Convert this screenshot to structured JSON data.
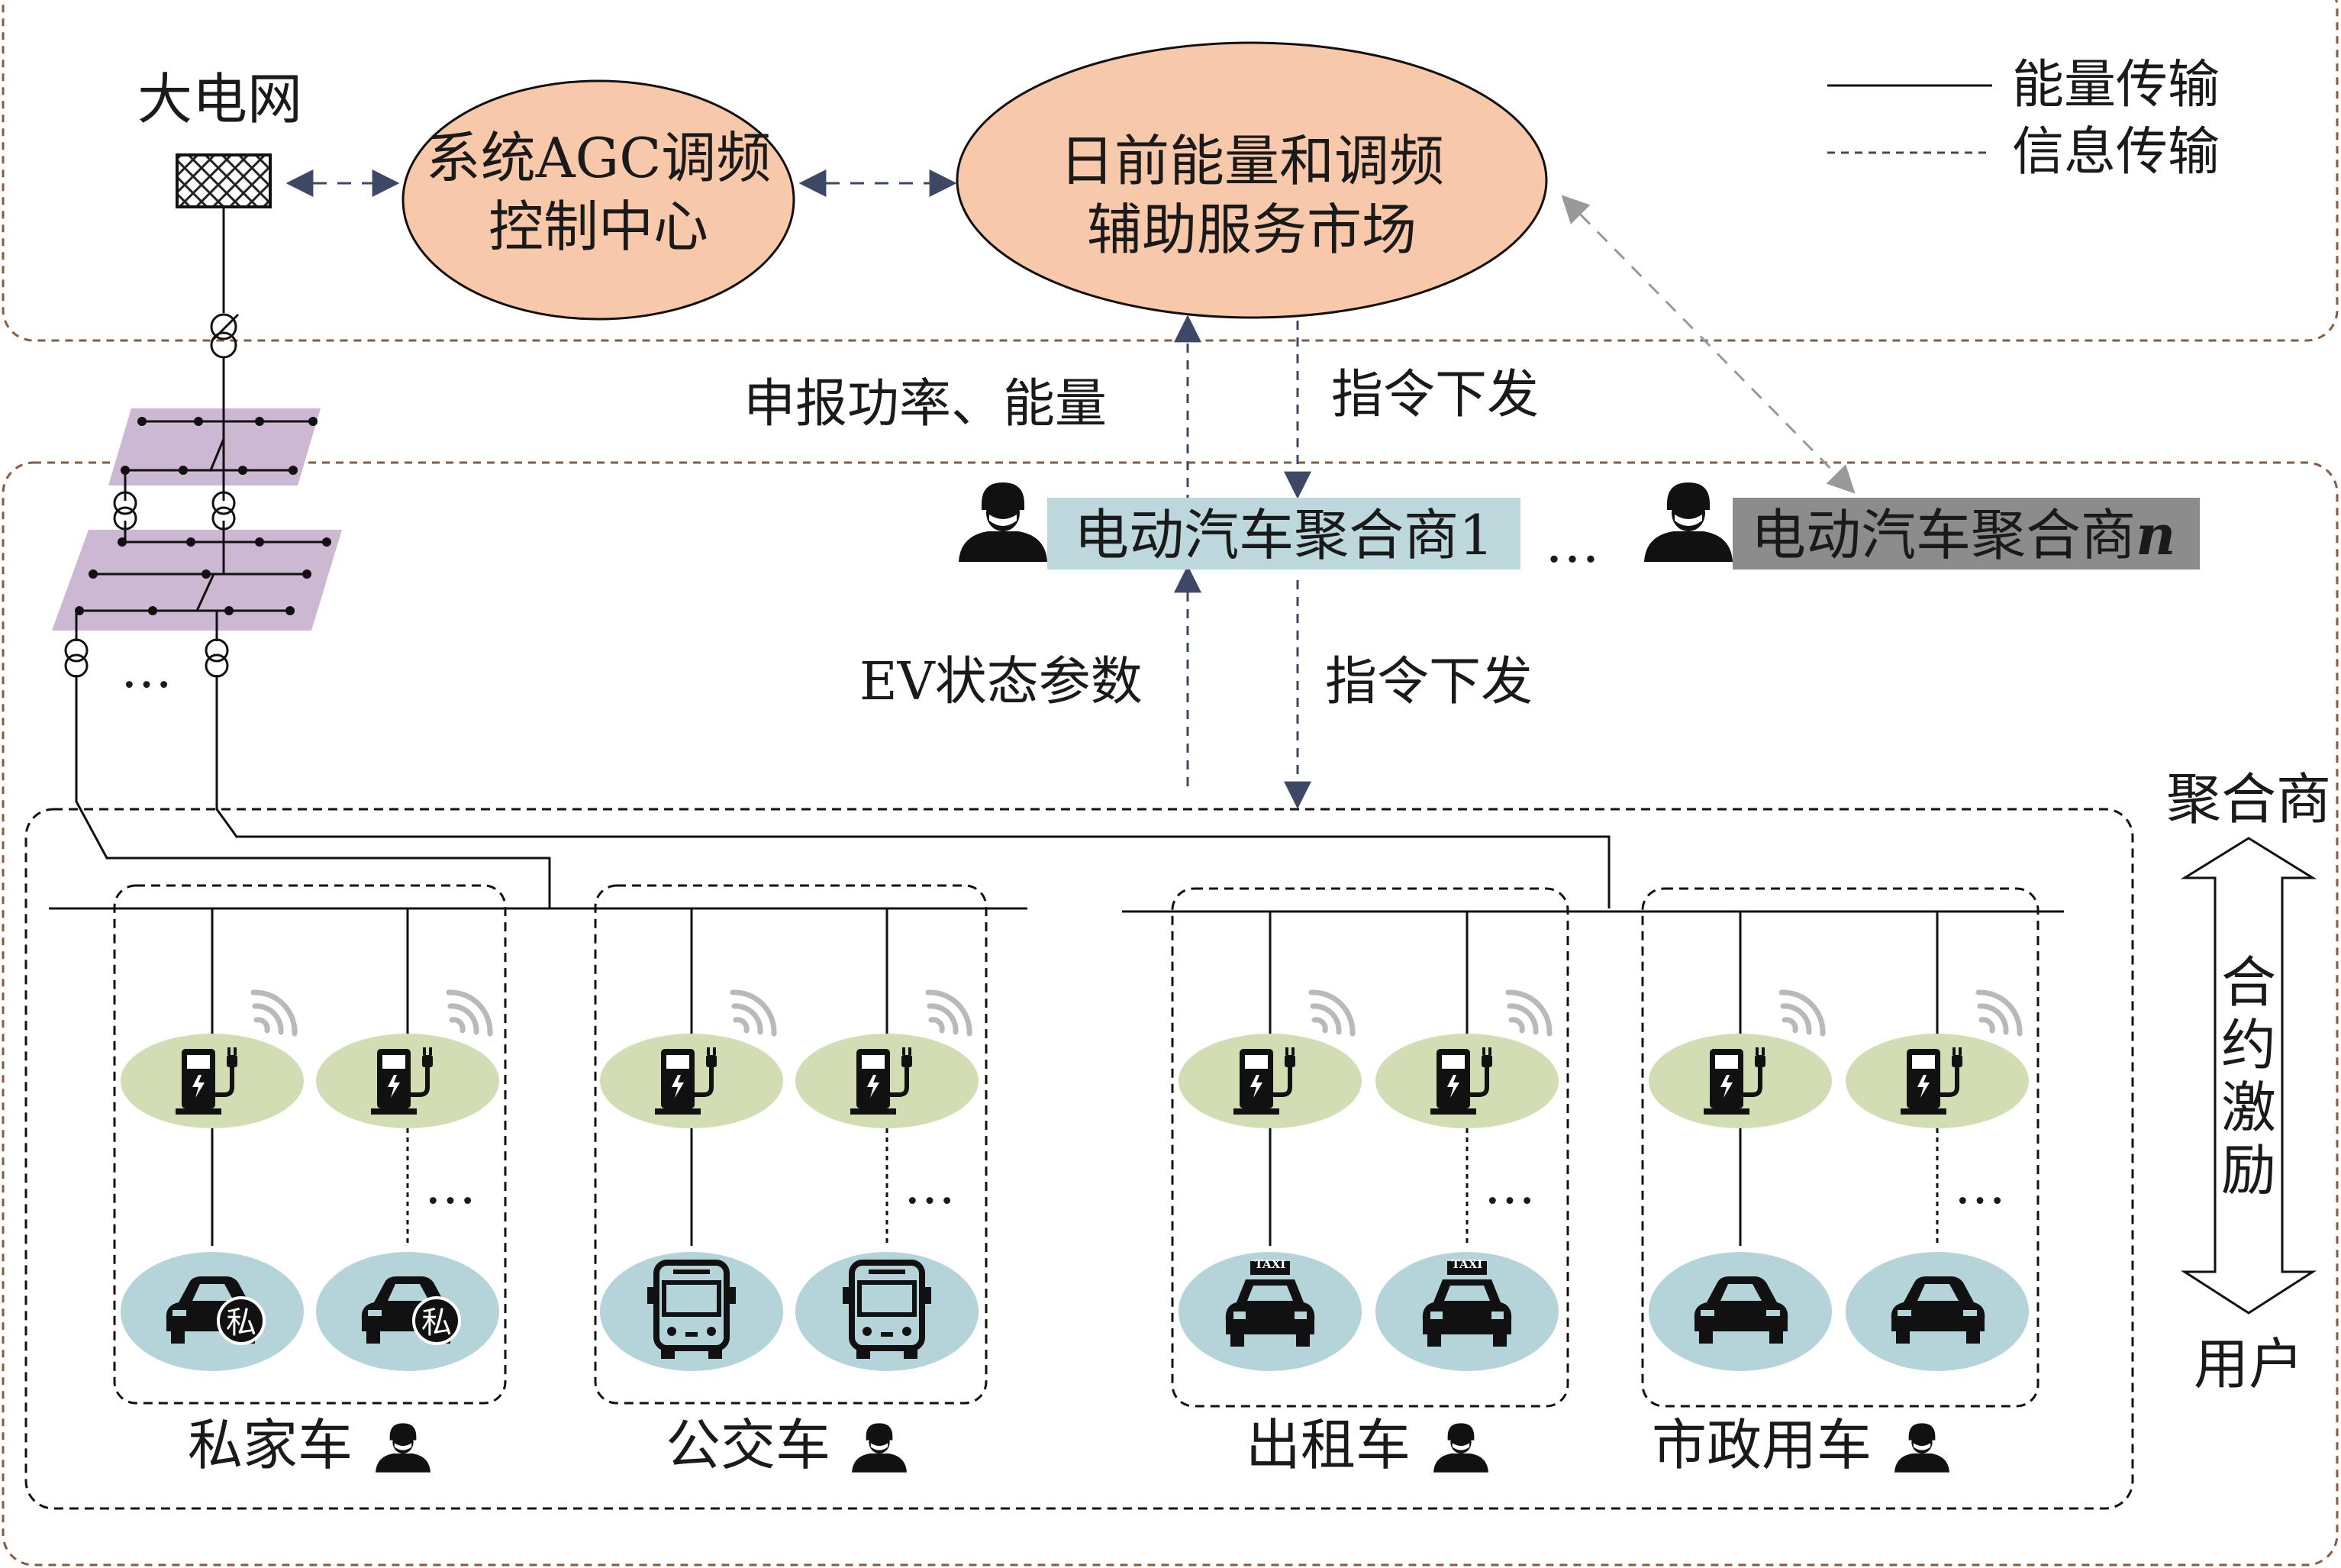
{
  "legend": {
    "energy": "能量传输",
    "info": "信息传输"
  },
  "nodes": {
    "grid": "大电网",
    "agc_line1": "系统AGC调频",
    "agc_line2": "控制中心",
    "market_line1": "日前能量和调频",
    "market_line2": "辅助服务市场",
    "aggregator1": "电动汽车聚合商1",
    "aggregator_n": "电动汽车聚合商",
    "aggregator_n_suffix": "n",
    "ellipsis": "…"
  },
  "flows": {
    "report": "申报功率、能量",
    "command_top": "指令下发",
    "ev_status": "EV状态参数",
    "command_bottom": "指令下发"
  },
  "groups": [
    {
      "label": "私家车",
      "vehicle": "private-car-icon",
      "badge": "私"
    },
    {
      "label": "公交车",
      "vehicle": "bus-icon",
      "badge": ""
    },
    {
      "label": "出租车",
      "vehicle": "taxi-icon",
      "badge": "TAXI"
    },
    {
      "label": "市政用车",
      "vehicle": "municipal-car-icon",
      "badge": ""
    }
  ],
  "side": {
    "top": "聚合商",
    "middle": [
      "合",
      "约",
      "激",
      "励"
    ],
    "bottom": "用户"
  },
  "colors": {
    "ellipse_fill": "#f8c8aa",
    "aggregator1_fill": "#bcd8dc",
    "aggregator_n_fill": "#8c8c8c",
    "charger_bg": "#d3ddb4",
    "vehicle_bg": "#b5d4da",
    "substation_fill": "#ccb8d3",
    "region_border": "#8a5a3c",
    "arrow": "#3d4766"
  }
}
